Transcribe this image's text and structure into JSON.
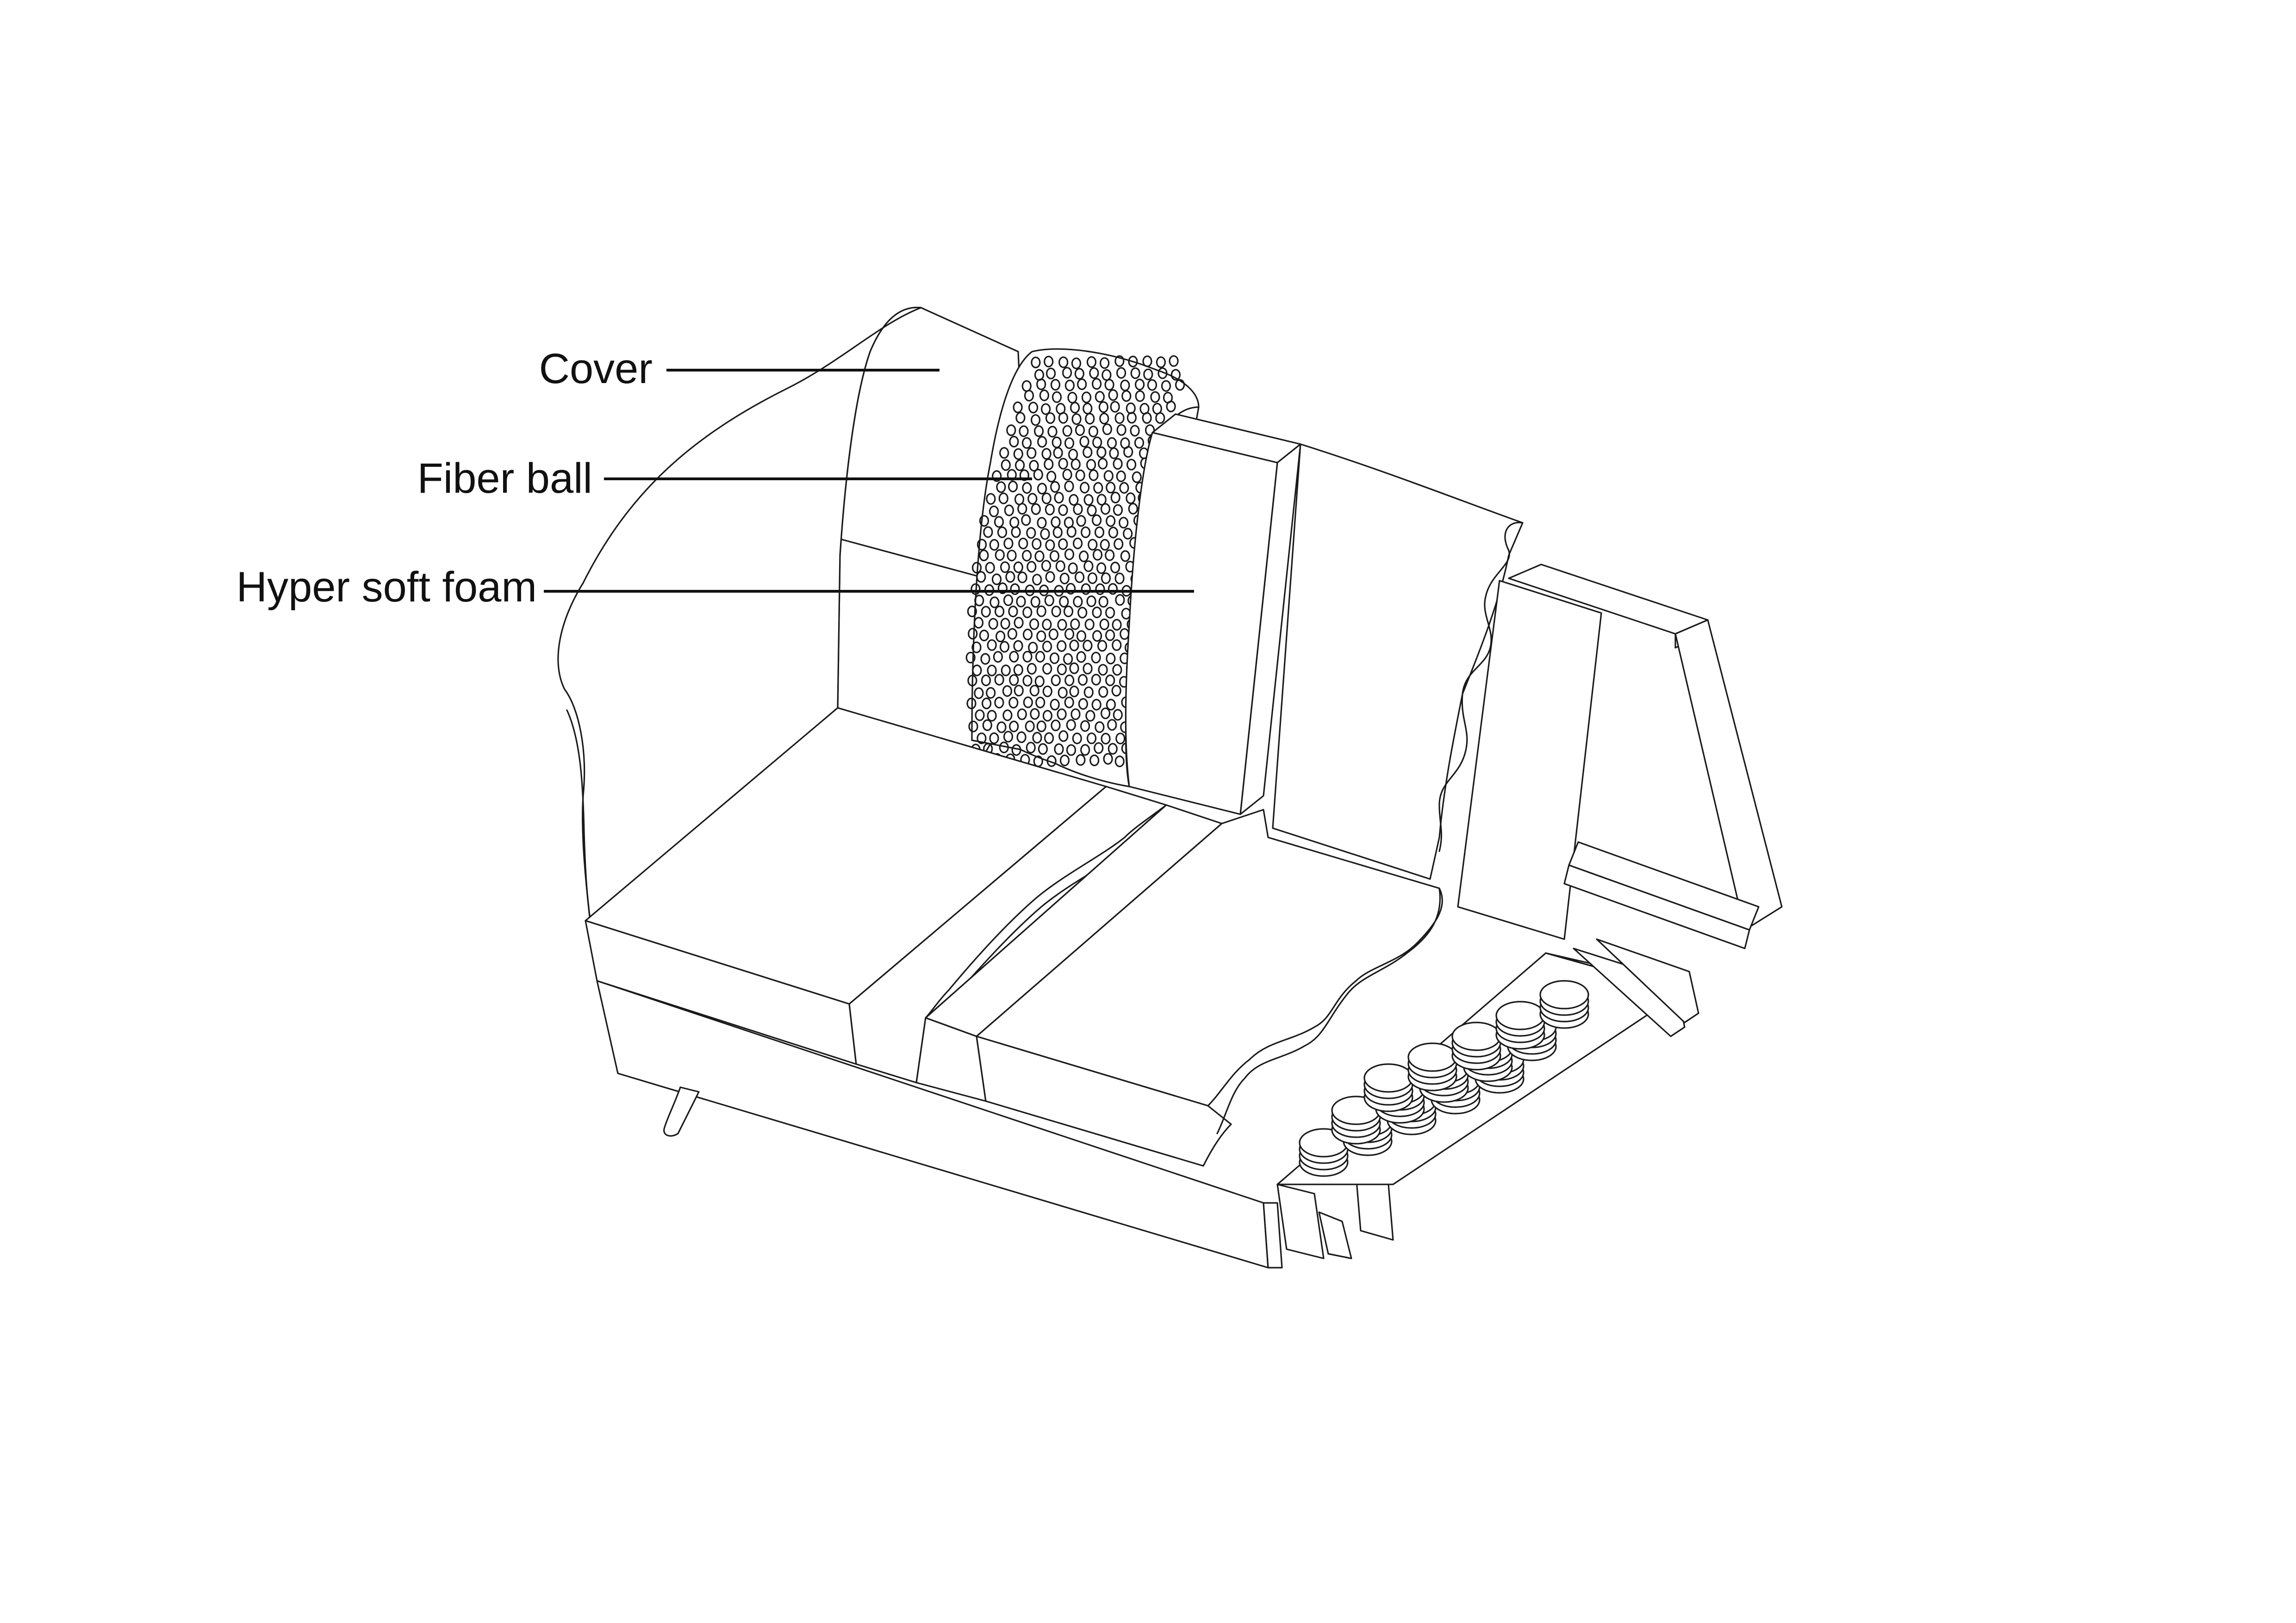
{
  "diagram": {
    "labels": {
      "cover": "Cover",
      "fiber_ball": "Fiber ball",
      "hyper_soft_foam": "Hyper soft foam"
    },
    "colors": {
      "line": "#1a1a1a",
      "background": "#ffffff"
    }
  }
}
